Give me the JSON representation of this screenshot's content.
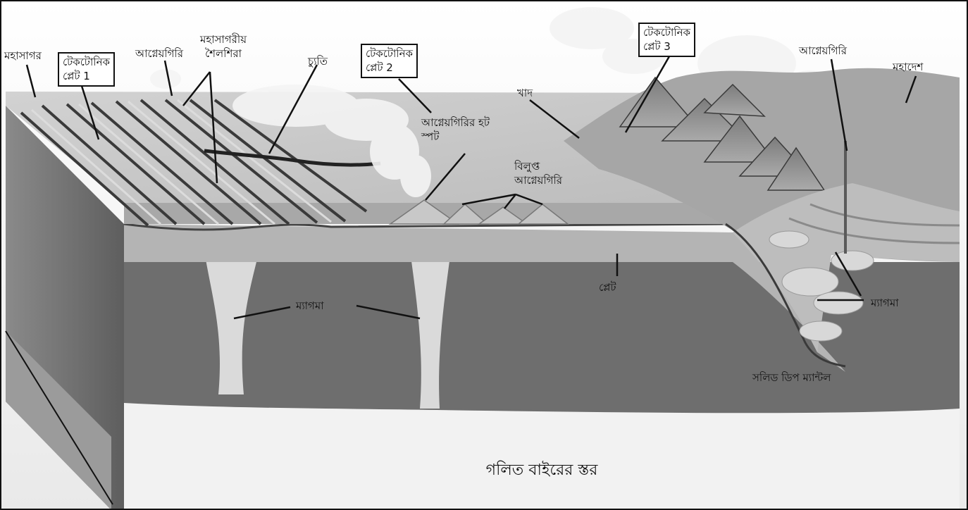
{
  "labels": {
    "ocean": "মহাসাগর",
    "plate1_line1": "টেকটোনিক",
    "plate1_line2": "প্লেট 1",
    "volcano_left": "আগ্নেয়গিরি",
    "ridges_line1": "মহাসাগরীয়",
    "ridges_line2": "শৈলশিরা",
    "fault": "চ্যুতি",
    "plate2_line1": "টেকটোনিক",
    "plate2_line2": "প্লেট 2",
    "trench": "খাদ",
    "hotspot_line1": "আগ্নেয়গিরির হট",
    "hotspot_line2": "স্পট",
    "extinct_line1": "বিলুপ্ত",
    "extinct_line2": "আগ্নেয়গিরি",
    "plate3_line1": "টেকটোনিক",
    "plate3_line2": "প্লেট 3",
    "volcano_right": "আগ্নেয়গিরি",
    "continent": "মহাদেশ",
    "magma_left": "ম্যাগমা",
    "plate": "প্লেট",
    "magma_right": "ম্যাগমা",
    "solid_mantle": "সলিড ডিপ ম্যান্টল",
    "molten_layer": "গলিত বাইরের স্তর"
  },
  "colors": {
    "sky": "#e6e6e6",
    "ocean": "#c4c4c4",
    "crust": "#b0b0b0",
    "mantle": "#6e6e6e",
    "magma": "#d6d6d6",
    "outer_layer": "#f2f2f2",
    "side": "#7a7a7a"
  }
}
